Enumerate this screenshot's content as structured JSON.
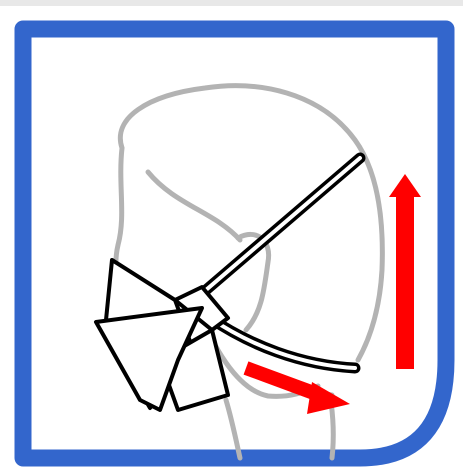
{
  "frame": {
    "border_color": "#3366cc",
    "background": "#ffffff"
  },
  "illustration": {
    "subject": "head-profile-with-respirator",
    "outline_color": "#b3b3b3",
    "mask_stroke_color": "#000000",
    "strap_color": "#000000"
  },
  "arrows": [
    {
      "name": "arrow-up",
      "direction": "up",
      "color": "#ff0000"
    },
    {
      "name": "arrow-down-right",
      "direction": "down-right",
      "color": "#ff0000"
    }
  ]
}
